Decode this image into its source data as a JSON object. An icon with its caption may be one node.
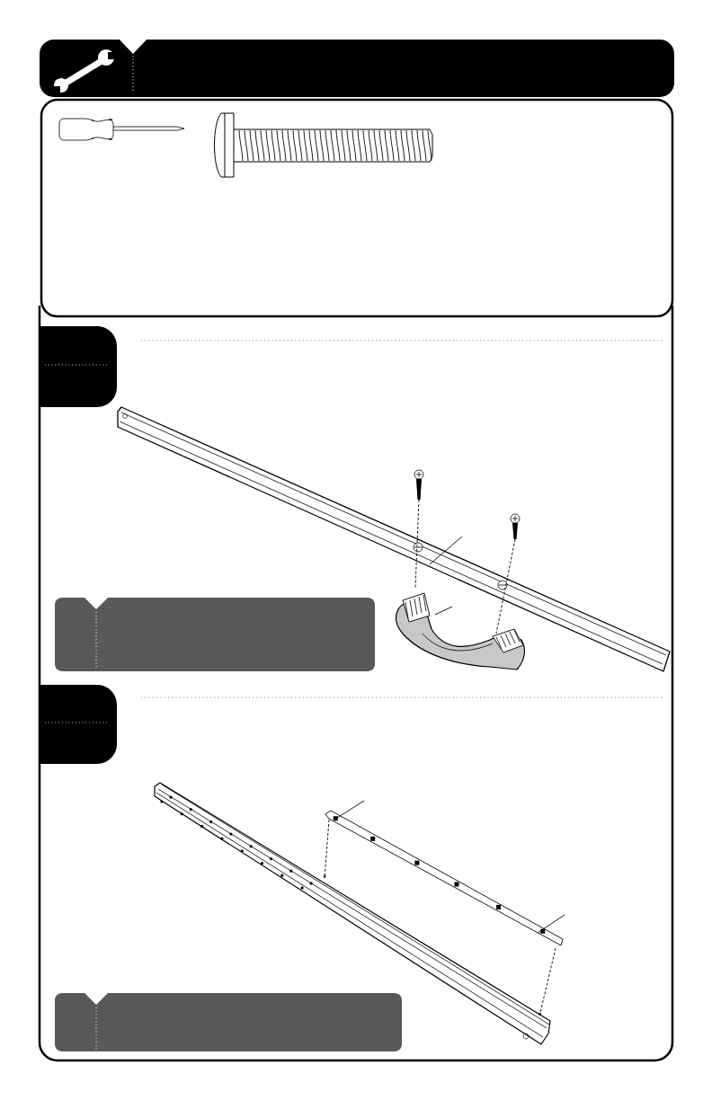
{
  "diagram": {
    "nodes": [
      {
        "text": [],
        "shape": "box"
      },
      {
        "text": [],
        "shape": "box"
      },
      {
        "text": [],
        "shape": "box"
      },
      {
        "text": [],
        "shape": "box"
      },
      {
        "text": [],
        "shape": "box"
      },
      {
        "text": [],
        "shape": "box"
      },
      {
        "text": [],
        "shape": "picture"
      },
      {
        "text": [],
        "shape": "picture"
      },
      {
        "text": [],
        "shape": "picture"
      },
      {
        "text": [],
        "shape": "picture"
      },
      {
        "text": [],
        "shape": "picture"
      }
    ],
    "edges": [
      {
        "from": 6,
        "to": 8,
        "arrow": "none",
        "style": "dashed"
      },
      {
        "from": 7,
        "to": 8,
        "arrow": "none",
        "style": "dashed"
      },
      {
        "from": null,
        "to": 8,
        "arrow": "none"
      },
      {
        "from": 9,
        "to": 10,
        "arrow": "to",
        "style": "dashed"
      },
      {
        "from": 9,
        "to": 10,
        "arrow": "to",
        "style": "dashed"
      },
      {
        "from": null,
        "to": 9,
        "arrow": "none"
      },
      {
        "from": null,
        "to": 9,
        "arrow": "none"
      }
    ]
  }
}
